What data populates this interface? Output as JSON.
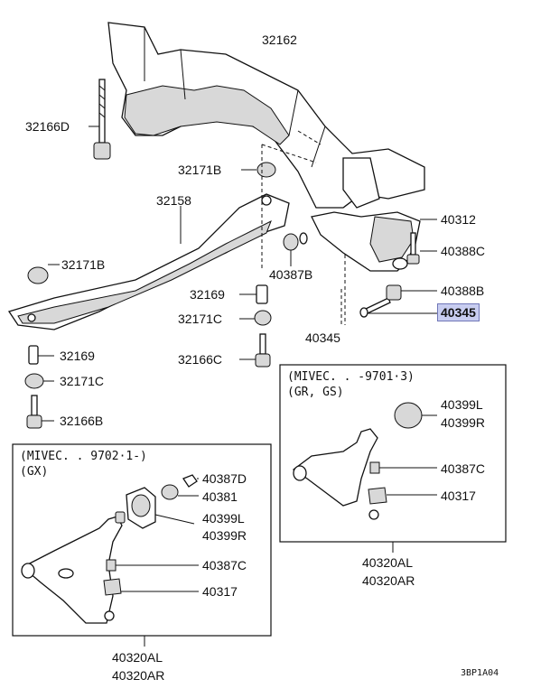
{
  "labels": {
    "p32162": "32162",
    "p32166D": "32166D",
    "p32171B_top": "32171B",
    "p32158": "32158",
    "p40312": "40312",
    "p40388C": "40388C",
    "p32171B_left": "32171B",
    "p40387B": "40387B",
    "p40388B": "40388B",
    "p32169_mid": "32169",
    "p40345_hl": "40345",
    "p32171C_mid": "32171C",
    "p40345_low": "40345",
    "p32166C": "32166C",
    "p32169_left": "32169",
    "p32171C_left": "32171C",
    "p32166B": "32166B",
    "r40399L": "40399L",
    "r40399R": "40399R",
    "r40387C": "40387C",
    "r40317": "40317",
    "r40320AL": "40320AL",
    "r40320AR": "40320AR",
    "l40387D": "40387D",
    "l40381": "40381",
    "l40399L": "40399L",
    "l40399R": "40399R",
    "l40387C": "40387C",
    "l40317": "40317",
    "l40320AL": "40320AL",
    "l40320AR": "40320AR"
  },
  "notes": {
    "right_line1": "(MIVEC. . -9701·3)",
    "right_line2": "(GR, GS)",
    "left_line1": "(MIVEC. . 9702·1-)",
    "left_line2": "(GX)"
  },
  "diagram_code": "3BP1A04",
  "highlight_color": "#c8cdf0"
}
